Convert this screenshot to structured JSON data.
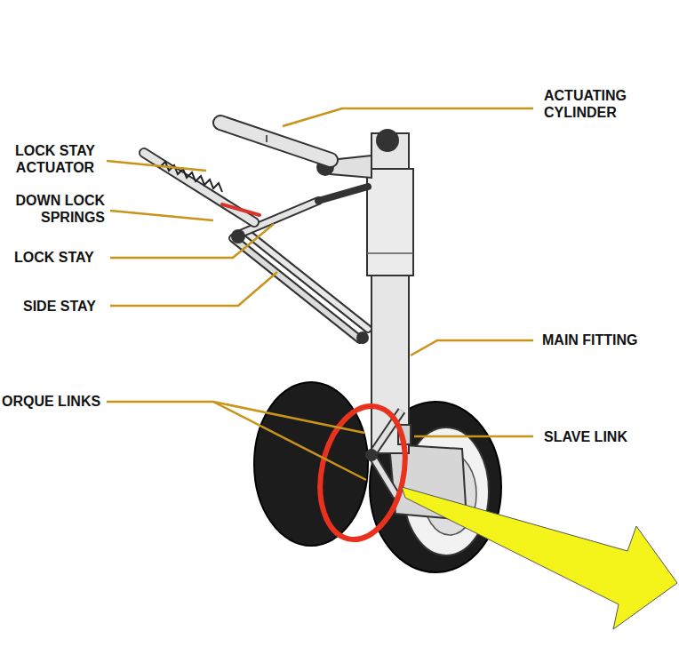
{
  "diagram": {
    "labels": [
      "ACTUATING CYLINDER",
      "LOCK STAY ACTUATOR",
      "DOWN LOCK SPRINGS",
      "LOCK STAY",
      "SIDE STAY",
      "MAIN FITTING",
      "ORQUE LINKS",
      "SLAVE LINK"
    ]
  }
}
